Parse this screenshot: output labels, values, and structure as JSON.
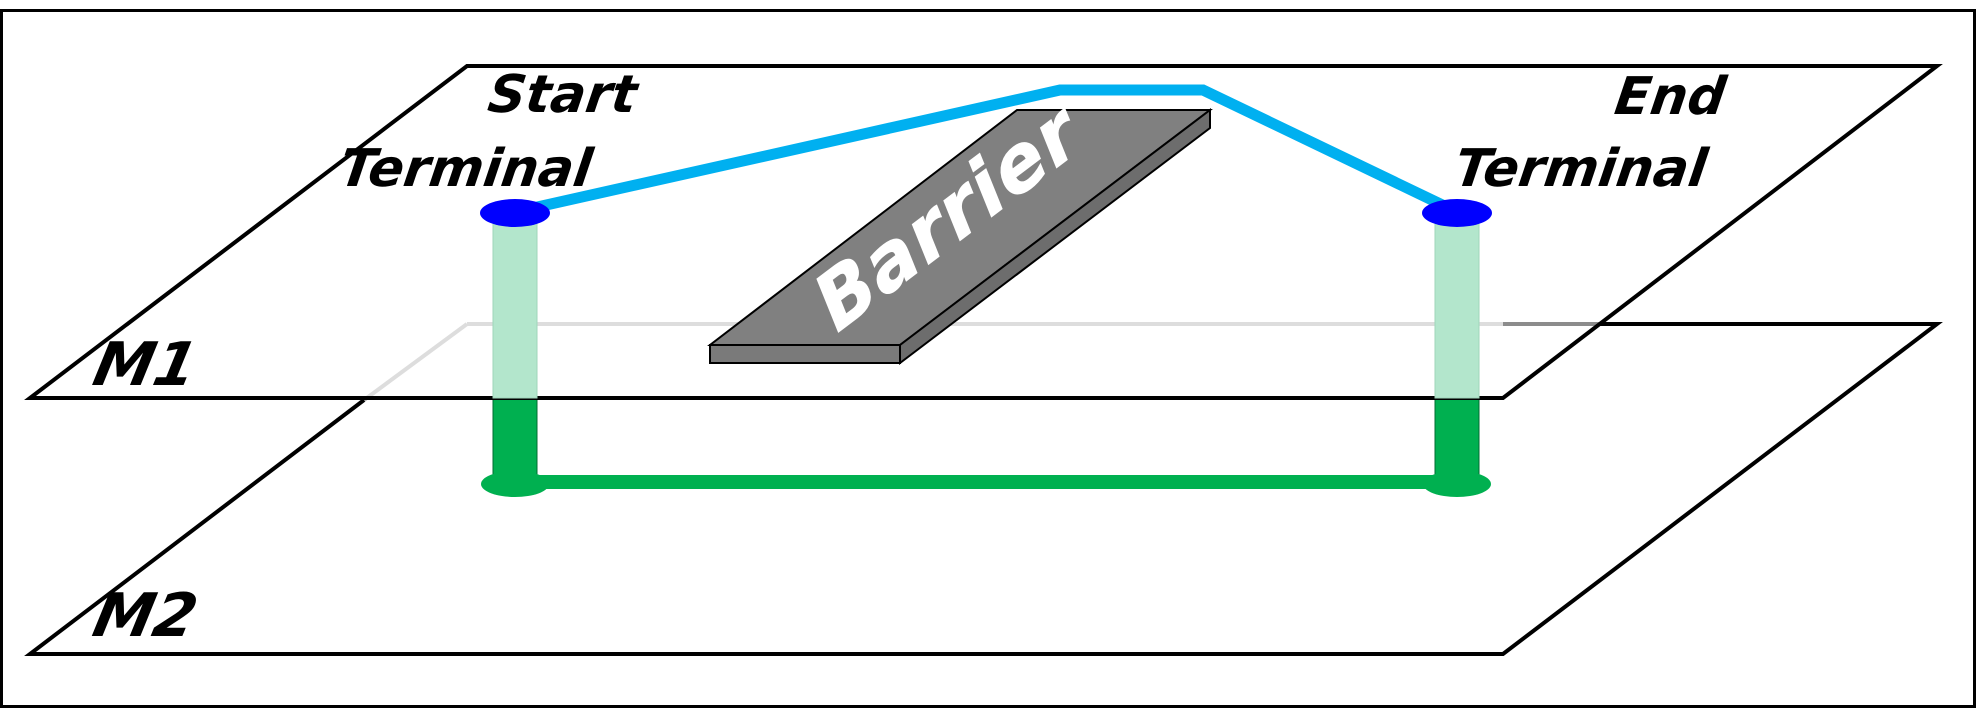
{
  "labels": {
    "start_line1": "Start",
    "start_line2": "Terminal",
    "end_line1": "End",
    "end_line2": "Terminal",
    "layer_m1": "M1",
    "layer_m2": "M2",
    "barrier": "Barrier"
  },
  "colors": {
    "outline": "#000000",
    "m2_hidden_edge": "#b3b3b3",
    "m1_route": "#00b0f0",
    "m2_route": "#00b050",
    "terminal": "#0000ff",
    "via_upper": "#b3e6cc",
    "via_lower": "#00b050",
    "barrier_top": "#808080",
    "barrier_side": "#6d6d6d"
  }
}
